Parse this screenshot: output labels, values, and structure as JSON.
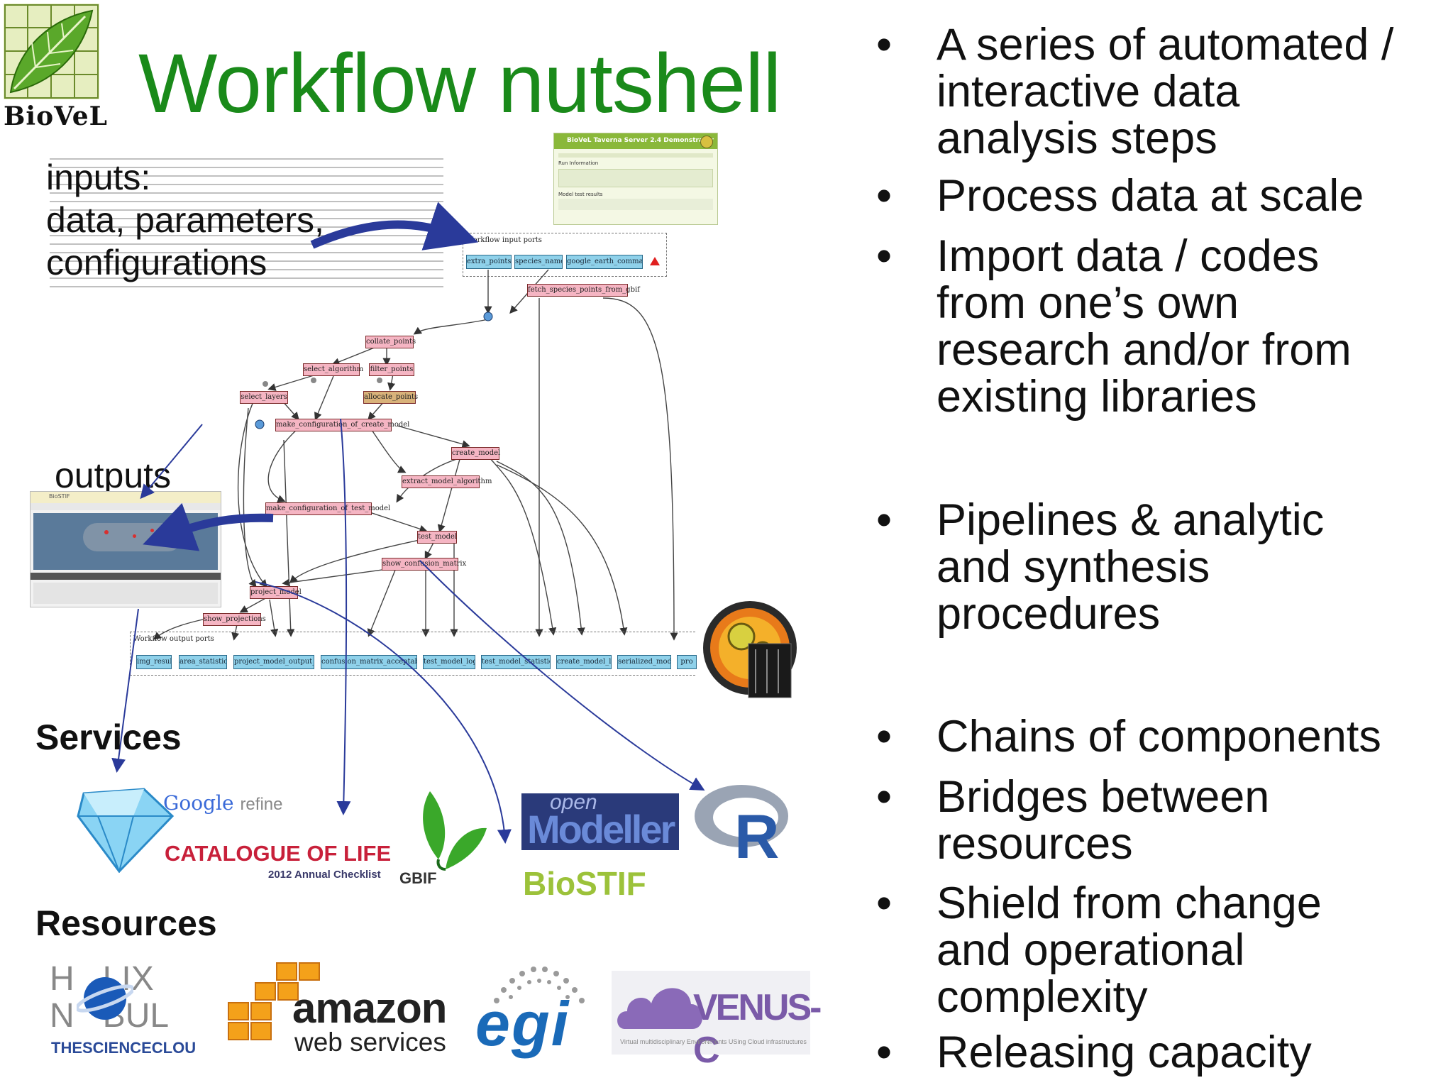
{
  "slide": {
    "title": "Workflow nutshell",
    "biovel_logo_text": "BioVeL",
    "labels": {
      "inputs": "inputs:",
      "data_params": "data, parameters,",
      "configurations": "configurations",
      "outputs": "outputs",
      "services": "Services",
      "resources": "Resources"
    },
    "bullets": [
      [
        "A series of automated /",
        "interactive data",
        "analysis steps"
      ],
      [
        "Process data at scale"
      ],
      [
        "Import data / codes",
        "from one’s own",
        "research and/or from",
        "existing libraries"
      ],
      [
        "Pipelines & analytic",
        "and synthesis",
        "procedures"
      ],
      [
        "Chains of components"
      ],
      [
        "Bridges between",
        "resources"
      ],
      [
        "Shield from change",
        "and operational",
        "complexity"
      ],
      [
        "Releasing capacity"
      ]
    ],
    "bullet_symbol": "•"
  },
  "workflow": {
    "input_ports_title": "Workflow input ports",
    "input_ports": [
      "extra_points",
      "species_name",
      "google_earth_command"
    ],
    "nodes": {
      "fetch": "fetch_species_points_from_gbif",
      "collate": "collate_points",
      "select_algorithm": "select_algorithm",
      "filter_points": "filter_points",
      "select_layers": "select_layers",
      "allocate_points": "allocate_points",
      "make_config_create": "make_configuration_of_create_model",
      "create_model": "create_model",
      "extract_model_algorithm": "extract_model_algorithm",
      "make_config_test": "make_configuration_of_test_model",
      "test_model": "test_model",
      "show_confusion": "show_confusion_matrix",
      "project_model": "project_model",
      "show_projections": "show_projections"
    },
    "output_ports_title": "Workflow output ports",
    "output_ports": [
      "img_result",
      "area_statistics",
      "project_model_output_log",
      "confusion_matrix_acceptability",
      "test_model_log",
      "test_model_statistics",
      "create_model_log",
      "serialized_model",
      "pro"
    ]
  },
  "screens": {
    "taverna_header": "BioVeL Taverna Server 2.4 Demonstrator",
    "run_info": "Run Information",
    "model_results": "Model test results",
    "biostif_title": "BioSTIF"
  },
  "logos": {
    "google_refine": "refine",
    "google_word": "Google",
    "catalogue": "CATALOGUE OF LIFE",
    "checklist": "2012 Annual Checklist",
    "gbif": "GBIF",
    "openmodeller_top": "open",
    "openmodeller_bottom": "Modeller",
    "biostif": "BioSTIF",
    "r": "R",
    "helix_line1": "H   LIX",
    "helix_line2": "N   BUL",
    "helix_line3": "THESCIENCECLOU",
    "amazon1": "amazon",
    "amazon2": "web services",
    "egi": "egi",
    "venus": "VENUS-C",
    "venus_sub": "Virtual multidisciplinary EnviroNments USing Cloud infrastructures"
  },
  "colors": {
    "title_green": "#1a8a1a",
    "node_pink": "#f5b5c3",
    "port_blue": "#8fd1ea",
    "arrow_blue": "#2a3a9a",
    "biostif_green": "#9cc23a"
  }
}
